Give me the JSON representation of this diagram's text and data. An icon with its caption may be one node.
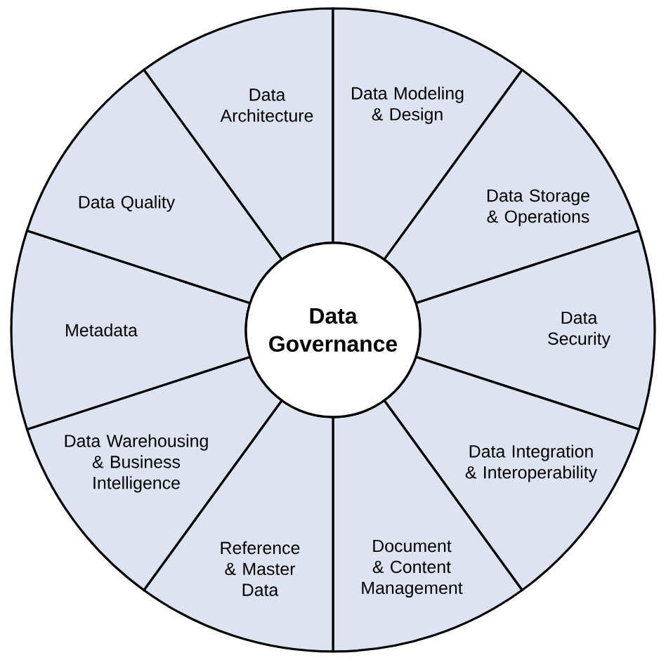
{
  "diagram": {
    "nodes": [
      {
        "text": [
          "Data Governance"
        ]
      },
      {
        "text": [
          "Data Architecture"
        ]
      },
      {
        "text": [
          "Data Modeling & Design"
        ]
      },
      {
        "text": [
          "Data Storage & Operations"
        ]
      },
      {
        "text": [
          "Data Security"
        ]
      },
      {
        "text": [
          "Data Integration & Interoperability"
        ]
      },
      {
        "text": [
          "Document & Content Management"
        ]
      },
      {
        "text": [
          "Reference & Master Data"
        ]
      },
      {
        "text": [
          "Data Warehousing & Business Intelligence"
        ]
      },
      {
        "text": [
          "Metadata"
        ]
      },
      {
        "text": [
          "Data Quality"
        ]
      }
    ]
  }
}
